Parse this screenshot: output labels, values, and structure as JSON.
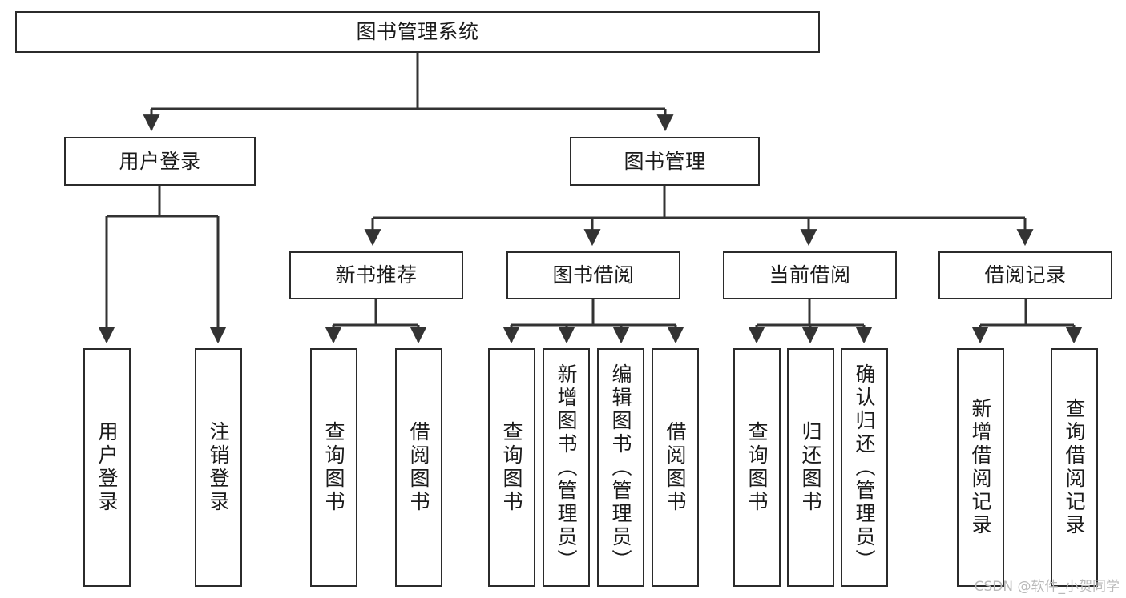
{
  "diagram": {
    "type": "tree-hierarchy",
    "title": "图书管理系统",
    "watermark": "CSDN @软件_小贺同学",
    "colors": {
      "box_border": "#2b2b2b",
      "box_fill": "#ffffff",
      "edge": "#333333",
      "text": "#1b1b1b",
      "watermark": "#b9b9b9"
    },
    "nodes": {
      "root": {
        "label": "图书管理系统"
      },
      "level2": [
        {
          "id": "user-login",
          "label": "用户登录"
        },
        {
          "id": "book-manage",
          "label": "图书管理"
        }
      ],
      "level3": [
        {
          "id": "new-book-recommend",
          "label": "新书推荐"
        },
        {
          "id": "book-borrow",
          "label": "图书借阅"
        },
        {
          "id": "current-borrow",
          "label": "当前借阅"
        },
        {
          "id": "borrow-record",
          "label": "借阅记录"
        }
      ],
      "leaves": {
        "user-login": [
          {
            "id": "leaf-user-login",
            "label": "用户登录"
          },
          {
            "id": "leaf-logout-login",
            "label": "注销登录"
          }
        ],
        "new-book-recommend": [
          {
            "id": "leaf-query-book-1",
            "label": "查询图书"
          },
          {
            "id": "leaf-borrow-book-1",
            "label": "借阅图书"
          }
        ],
        "book-borrow": [
          {
            "id": "leaf-query-book-2",
            "label": "查询图书"
          },
          {
            "id": "leaf-add-book",
            "label": "新增图书（管理员）"
          },
          {
            "id": "leaf-edit-book",
            "label": "编辑图书（管理员）"
          },
          {
            "id": "leaf-borrow-book-2",
            "label": "借阅图书"
          }
        ],
        "current-borrow": [
          {
            "id": "leaf-query-book-3",
            "label": "查询图书"
          },
          {
            "id": "leaf-return-book",
            "label": "归还图书"
          },
          {
            "id": "leaf-confirm-return",
            "label": "确认归还（管理员）"
          }
        ],
        "borrow-record": [
          {
            "id": "leaf-add-record",
            "label": "新增借阅记录"
          },
          {
            "id": "leaf-query-record",
            "label": "查询借阅记录"
          }
        ]
      }
    }
  }
}
